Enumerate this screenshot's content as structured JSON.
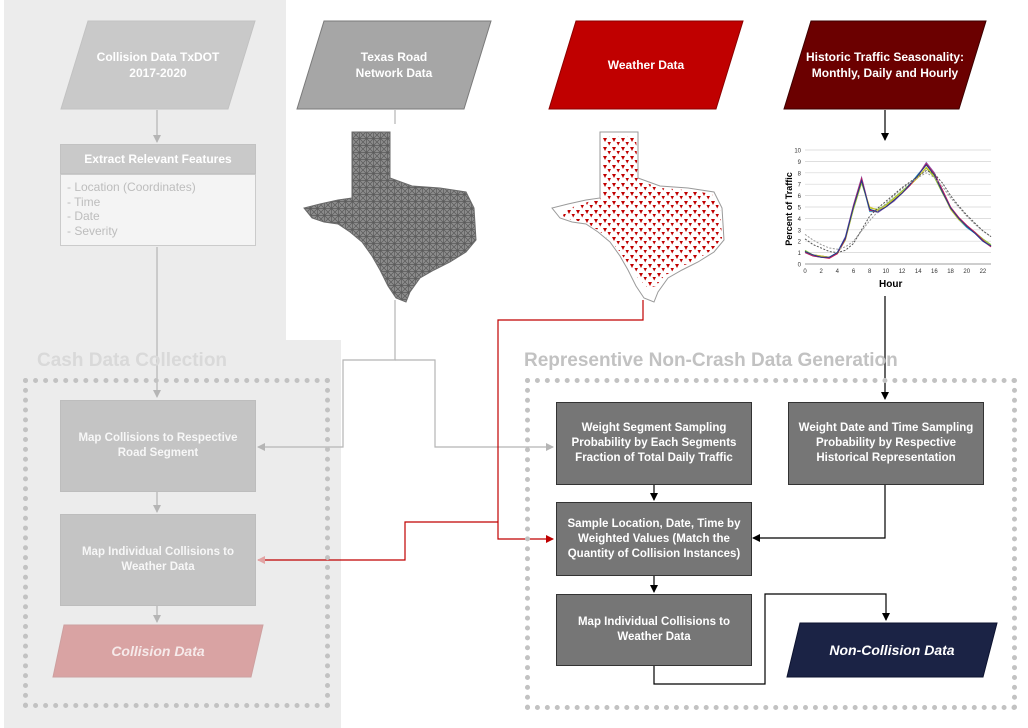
{
  "inputs": {
    "collision_data": "Collision Data TxDOT\n2017-2020",
    "road_network": "Texas Road\nNetwork Data",
    "weather": "Weather Data",
    "seasonality": "Historic Traffic Seasonality:\nMonthly, Daily and Hourly"
  },
  "extract": {
    "title": "Extract Relevant Features",
    "items": [
      "- Location (Coordinates)",
      "- Time",
      "- Date",
      "- Severity"
    ]
  },
  "crash_section": {
    "title": "Cash Data Collection",
    "map_road": "Map Collisions to Respective\nRoad Segment",
    "map_weather": "Map Individual Collisions to\nWeather Data",
    "output": "Collision Data"
  },
  "noncrash_section": {
    "title": "Representive Non-Crash Data Generation",
    "weight_segment": "Weight Segment Sampling\nProbability by Each Segments\nFraction of Total Daily Traffic",
    "weight_datetime": "Weight Date and Time Sampling\nProbability by Respective\nHistorical Representation",
    "sample": "Sample Location, Date, Time by\nWeighted Values (Match the\nQuantity of Collision Instances)",
    "map_weather": "Map Individual Collisions to\nWeather Data",
    "output": "Non-Collision Data"
  },
  "colors": {
    "faded_panel": "#ececec",
    "gray_box": "#767676",
    "faded_box": "#c4c4c4",
    "red": "#c00000",
    "dark_red": "#6b0000",
    "navy": "#1b2345",
    "pink": "#d9a3a3"
  },
  "chart_data": {
    "type": "line",
    "xlabel": "Hour",
    "ylabel": "Percent of Traffic",
    "x_ticks": [
      0,
      2,
      4,
      6,
      8,
      10,
      12,
      14,
      16,
      18,
      20,
      22
    ],
    "y_ticks": [
      0,
      1,
      2,
      3,
      4,
      5,
      6,
      7,
      8,
      9,
      10
    ],
    "xlim": [
      0,
      23
    ],
    "ylim": [
      0,
      10
    ],
    "grid": true,
    "series": [
      {
        "color": "#8a5fb5",
        "values": [
          1.1,
          0.8,
          0.7,
          0.6,
          1.0,
          2.4,
          5.2,
          7.6,
          4.8,
          4.5,
          5.0,
          5.5,
          6.2,
          6.9,
          7.8,
          8.9,
          8.0,
          6.4,
          4.9,
          4.0,
          3.3,
          2.7,
          2.0,
          1.5
        ]
      },
      {
        "color": "#27a2c9",
        "values": [
          1.0,
          0.7,
          0.6,
          0.6,
          1.0,
          2.3,
          5.0,
          7.4,
          4.6,
          4.6,
          5.0,
          5.6,
          6.3,
          7.0,
          7.9,
          8.7,
          7.8,
          6.3,
          4.8,
          3.9,
          3.2,
          2.7,
          2.1,
          1.6
        ]
      },
      {
        "color": "#8cc63f",
        "values": [
          1.2,
          0.8,
          0.7,
          0.6,
          0.9,
          2.1,
          4.8,
          7.1,
          4.9,
          4.8,
          5.2,
          5.8,
          6.4,
          7.0,
          7.7,
          8.4,
          7.6,
          6.2,
          4.9,
          4.0,
          3.3,
          2.8,
          2.2,
          1.7
        ]
      },
      {
        "color": "#d9c51e",
        "values": [
          1.1,
          0.8,
          0.7,
          0.6,
          0.9,
          2.2,
          4.9,
          7.2,
          5.0,
          4.7,
          5.1,
          5.7,
          6.3,
          6.9,
          7.6,
          8.5,
          7.7,
          6.3,
          4.8,
          3.9,
          3.3,
          2.8,
          2.1,
          1.6
        ]
      },
      {
        "color": "#c2185b",
        "values": [
          1.0,
          0.7,
          0.6,
          0.5,
          0.9,
          2.2,
          5.1,
          7.5,
          4.7,
          4.6,
          5.0,
          5.6,
          6.2,
          6.9,
          7.8,
          8.8,
          7.9,
          6.5,
          5.0,
          4.1,
          3.4,
          2.8,
          2.1,
          1.5
        ]
      },
      {
        "color": "#1f3a8a",
        "values": [
          1.1,
          0.8,
          0.6,
          0.6,
          1.0,
          2.3,
          5.0,
          7.3,
          4.8,
          4.6,
          5.0,
          5.6,
          6.2,
          7.0,
          7.8,
          8.7,
          7.8,
          6.3,
          4.9,
          4.0,
          3.3,
          2.7,
          2.0,
          1.6
        ]
      },
      {
        "color": "#9a9a9a",
        "values": [
          2.6,
          2.1,
          1.7,
          1.4,
          1.3,
          1.5,
          2.0,
          2.9,
          3.8,
          4.6,
          5.3,
          6.0,
          6.6,
          7.1,
          7.6,
          8.0,
          7.6,
          6.8,
          5.8,
          5.0,
          4.2,
          3.5,
          2.9,
          2.4
        ]
      },
      {
        "color": "#555555",
        "values": [
          2.2,
          1.7,
          1.4,
          1.1,
          1.0,
          1.2,
          1.8,
          3.0,
          4.2,
          4.9,
          5.5,
          6.1,
          6.7,
          7.2,
          7.7,
          8.2,
          7.9,
          7.1,
          6.0,
          5.1,
          4.3,
          3.6,
          2.9,
          2.4
        ]
      }
    ]
  }
}
